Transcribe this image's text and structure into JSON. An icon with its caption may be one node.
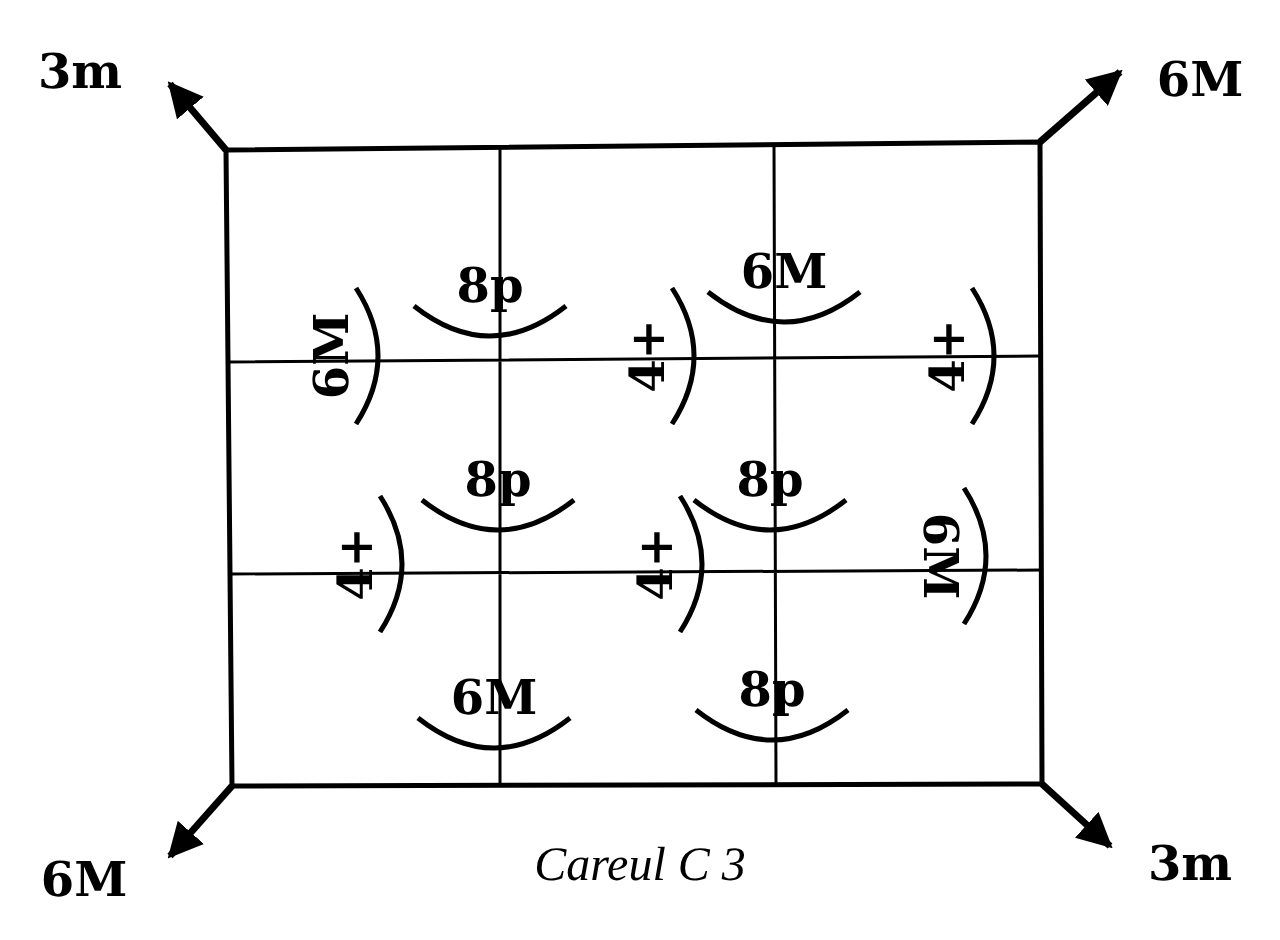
{
  "diagram": {
    "caption": "Careul C 3",
    "labels": [
      "3m",
      "6M",
      "6M",
      "8p",
      "4+",
      "6M",
      "4+",
      "4+",
      "8p",
      "4+",
      "8p",
      "6M",
      "6M",
      "8p",
      "6M",
      "3m"
    ]
  }
}
